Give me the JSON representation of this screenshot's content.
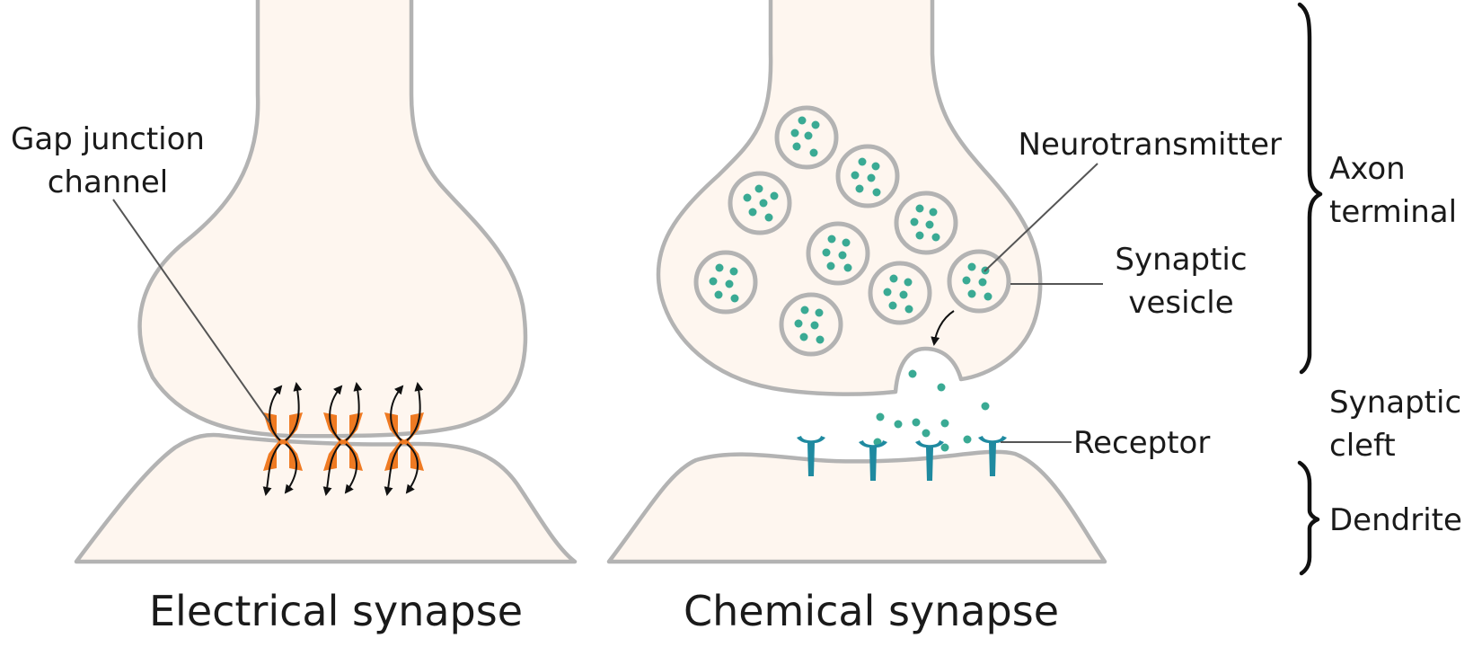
{
  "labels": {
    "gap_junction_line1": "Gap junction",
    "gap_junction_line2": "channel",
    "neurotransmitter": "Neurotransmitter",
    "synaptic_vesicle_line1": "Synaptic",
    "synaptic_vesicle_line2": "vesicle",
    "receptor": "Receptor",
    "axon_terminal_line1": "Axon",
    "axon_terminal_line2": "terminal",
    "synaptic_cleft_line1": "Synaptic",
    "synaptic_cleft_line2": "cleft",
    "dendrite": "Dendrite"
  },
  "titles": {
    "electrical": "Electrical synapse",
    "chemical": "Chemical synapse"
  },
  "colors": {
    "cell_fill": "#fef6ef",
    "membrane": "#b3b3b3",
    "gap_junction": "#ef7a22",
    "neurotransmitter": "#3aaa94",
    "receptor": "#1f8aa0"
  }
}
